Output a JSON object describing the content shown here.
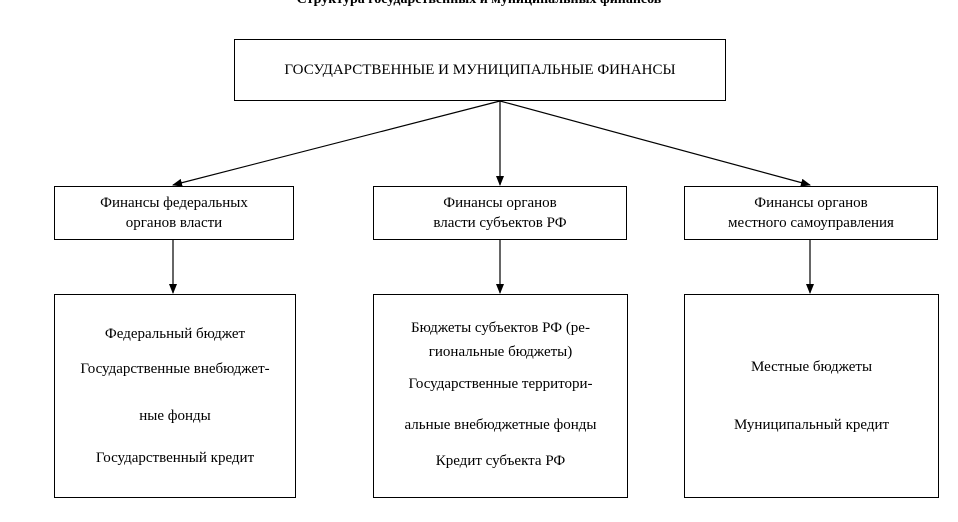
{
  "top_cut_title": "Структура государственных и муниципальных финансов",
  "root": {
    "label": "ГОСУДАРСТВЕННЫЕ И МУНИЦИПАЛЬНЫЕ ФИНАНСЫ"
  },
  "levels": [
    {
      "title_lines": [
        "Финансы федеральных",
        "органов власти"
      ],
      "items": [
        "Федеральный бюджет",
        "Государственные внебюджет-",
        "ные фонды",
        "Государственный кредит"
      ]
    },
    {
      "title_lines": [
        "Финансы органов",
        "власти субъектов РФ"
      ],
      "items": [
        "Бюджеты субъектов РФ (ре-",
        "гиональные бюджеты)",
        "Государственные территори-",
        "альные внебюджетные фонды",
        "Кредит субъекта РФ"
      ]
    },
    {
      "title_lines": [
        "Финансы органов",
        "местного самоуправления"
      ],
      "items": [
        "Местные бюджеты",
        "Муниципальный кредит"
      ]
    }
  ]
}
